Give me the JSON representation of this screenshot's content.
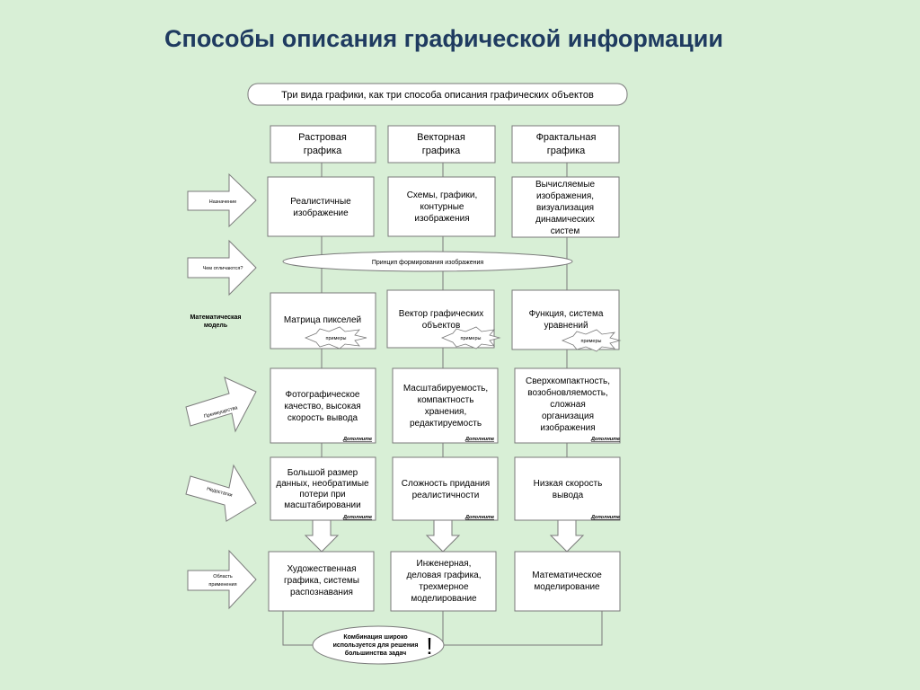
{
  "title": "Способы описания графической информации",
  "header_box": "Три вида графики, как три способа описания графических объектов",
  "columns": [
    {
      "header": [
        "Растровая",
        "графика"
      ],
      "purpose": [
        "Реалистичные",
        "изображение"
      ],
      "model": [
        "Матрица пикселей"
      ],
      "examples": "примеры",
      "advantages": [
        "Фотографическое",
        "качество, высокая",
        "скорость вывода"
      ],
      "adv_link": "Дополните",
      "disadvantages": [
        "Большой размер",
        "данных, необратимые",
        "потери при",
        "масштабировании"
      ],
      "dis_link": "Дополните",
      "application": [
        "Художественная",
        "графика, системы",
        "распознавания"
      ]
    },
    {
      "header": [
        "Векторная",
        "графика"
      ],
      "purpose": [
        "Схемы, графики,",
        "контурные",
        "изображения"
      ],
      "model": [
        "Вектор графических",
        "объектов"
      ],
      "examples": "примеры",
      "advantages": [
        "Масштабируемость,",
        "компактность",
        "хранения,",
        "редактируемость"
      ],
      "adv_link": "Дополните",
      "disadvantages": [
        "Сложность придания",
        "реалистичности"
      ],
      "dis_link": "Дополните",
      "application": [
        "Инженерная,",
        "деловая графика,",
        "трехмерное",
        "моделирование"
      ]
    },
    {
      "header": [
        "Фрактальная",
        "графика"
      ],
      "purpose": [
        "Вычисляемые",
        "изображения,",
        "визуализация",
        "динамических",
        "систем"
      ],
      "model": [
        "Функция, система",
        "уравнений"
      ],
      "examples": "примеры",
      "advantages": [
        "Сверхкомпактность,",
        "возобновляемость,",
        "сложная",
        "организация",
        "изображения"
      ],
      "adv_link": "Дополните",
      "disadvantages": [
        "Низкая скорость",
        "вывода"
      ],
      "dis_link": "Дополните",
      "application": [
        "Математическое",
        "моделирование"
      ]
    }
  ],
  "principle": "Принцип формирования изображения",
  "row_labels": {
    "purpose": "Назначение",
    "difference": "Чем отличаются?",
    "model": [
      "Математическая",
      "модель"
    ],
    "advantages": "Преимущества",
    "disadvantages": "Недостатки",
    "application": [
      "Область",
      "применения"
    ]
  },
  "combination": [
    "Комбинация широко",
    "используется для решения",
    "большинства задач"
  ],
  "exclamation": "!"
}
